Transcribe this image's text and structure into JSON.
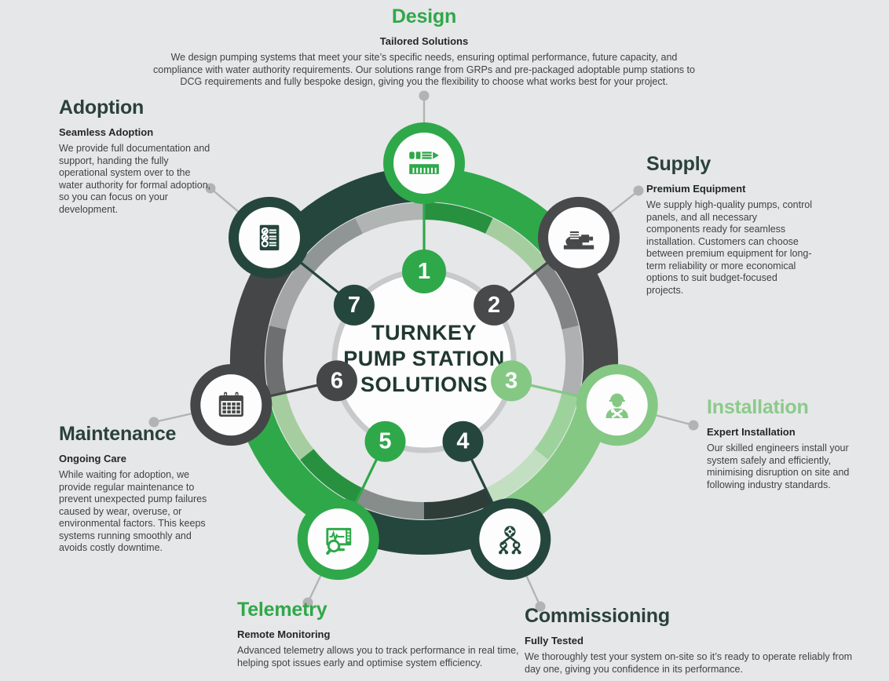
{
  "center": {
    "lines": [
      "TURNKEY",
      "PUMP STATION",
      "SOLUTIONS"
    ]
  },
  "palette": {
    "background": "#e6e7e8",
    "green": "#2fa84a",
    "light_green": "#84c884",
    "dark_teal": "#25463d",
    "charcoal": "#48494b",
    "connector_gray": "#b1b3b4",
    "center_ring_gray": "#c8c9ca",
    "heading_dark": "#2b413b",
    "heading_light_green": "#8bca8b",
    "body_text": "#3d4442"
  },
  "steps": [
    {
      "number": "1",
      "name": "Design",
      "icon": "pencil-ruler-icon",
      "color": "#2fa84a",
      "subtitle": "Tailored Solutions",
      "description": "We design pumping systems that meet your site’s specific needs, ensuring optimal performance, future capacity, and compliance with water authority requirements. Our solutions range from GRPs and pre-packaged adoptable pump stations to DCG requirements and fully bespoke design, giving you the flexibility to choose what works best for your project."
    },
    {
      "number": "2",
      "name": "Supply",
      "icon": "pump-icon",
      "color": "#48494b",
      "subtitle": "Premium Equipment",
      "description": "We supply high-quality pumps, control panels, and all necessary components ready for seamless installation. Customers can choose between premium equipment for long-term reliability or more economical options to suit budget-focused projects."
    },
    {
      "number": "3",
      "name": "Installation",
      "icon": "worker-icon",
      "color": "#84c884",
      "subtitle": "Expert Installation",
      "description": "Our skilled engineers install your system safely and efficiently, minimising disruption on site and following industry standards."
    },
    {
      "number": "4",
      "name": "Commissioning",
      "icon": "test-hierarchy-icon",
      "color": "#25463d",
      "subtitle": "Fully Tested",
      "description": "We thoroughly test your system on-site so it’s ready to operate reliably from day one, giving you confidence in its performance."
    },
    {
      "number": "5",
      "name": "Telemetry",
      "icon": "monitoring-screen-icon",
      "color": "#2fa84a",
      "subtitle": "Remote Monitoring",
      "description": "Advanced telemetry allows you to track performance in real time, helping spot issues early and optimise system efficiency."
    },
    {
      "number": "6",
      "name": "Maintenance",
      "icon": "calendar-icon",
      "color": "#454647",
      "subtitle": "Ongoing Care",
      "description": "While waiting for adoption, we provide regular maintenance to prevent unexpected pump failures caused by wear, overuse, or environmental factors. This keeps systems running smoothly and avoids costly downtime."
    },
    {
      "number": "7",
      "name": "Adoption",
      "icon": "checklist-icon",
      "color": "#25463d",
      "subtitle": "Seamless Adoption",
      "description": "We provide full documentation and support, handing the fully operational system over to the water authority for formal adoption, so you can focus on your development."
    }
  ]
}
